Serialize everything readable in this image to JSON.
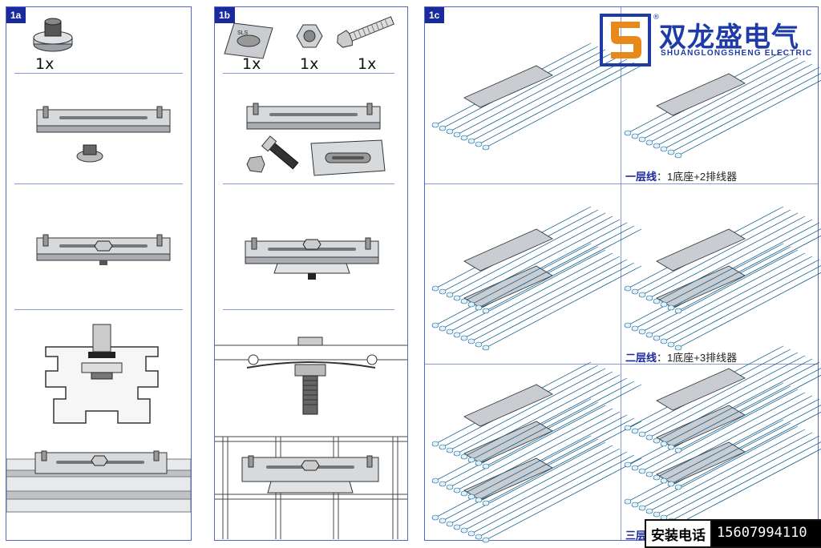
{
  "brand": {
    "name_cn": "双龙盛电气",
    "name_en": "SHUANGLONGSHENG ELECTRIC",
    "reg_mark": "®",
    "color": "#1e3ba8"
  },
  "panels": [
    {
      "tag": "1a",
      "quantities": [
        "1x"
      ]
    },
    {
      "tag": "1b",
      "quantities": [
        "1x",
        "1x",
        "1x"
      ]
    },
    {
      "tag": "1c"
    }
  ],
  "plate_label": "SLS",
  "layers": [
    {
      "title": "一层线",
      "desc": "：1底座+2排线器"
    },
    {
      "title": "二层线",
      "desc": "：1底座+3排线器"
    },
    {
      "title": "三层"
    }
  ],
  "contact": {
    "label": "安装电话",
    "number": "15607994110"
  },
  "colors": {
    "cable": "#3aa0d8",
    "metal": "#c9ccd0",
    "panel_border": "#5566cc",
    "tag_bg": "#1a2a9c"
  }
}
